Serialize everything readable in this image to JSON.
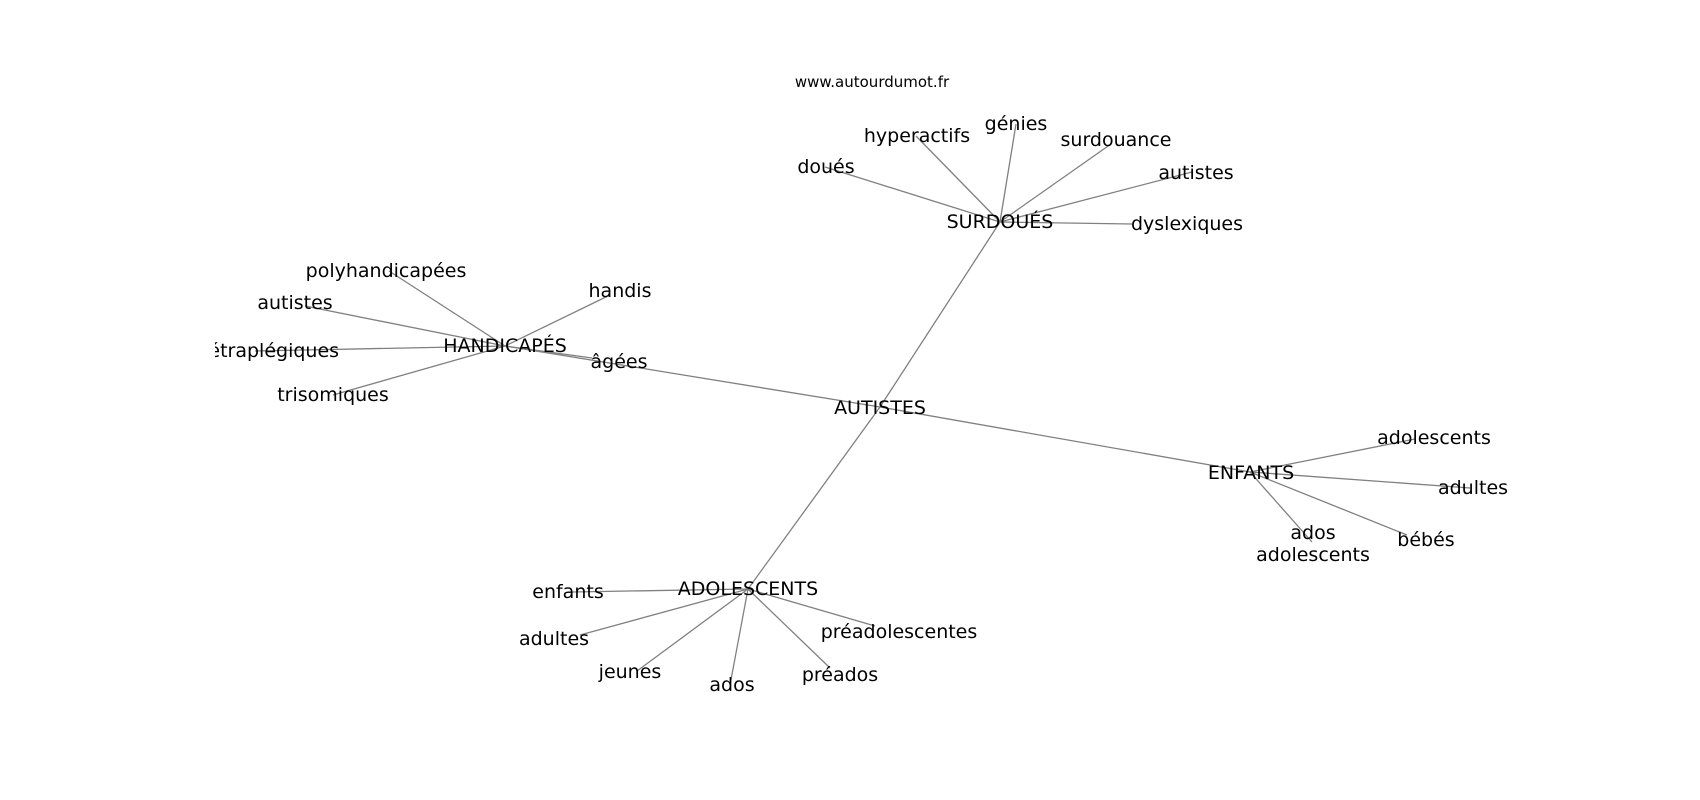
{
  "source": "www.autourdumot.fr",
  "graph": {
    "center": {
      "id": "autistes_c",
      "label": "AUTISTES"
    },
    "hubs": [
      {
        "id": "surdoues",
        "label": "SURDOUÉS",
        "children": [
          "doués",
          "hyperactifs",
          "génies",
          "surdouance",
          "autistes",
          "dyslexiques"
        ]
      },
      {
        "id": "handicapes",
        "label": "HANDICAPÉS",
        "children": [
          "polyhandicapées",
          "handis",
          "autistes",
          "tétraplégiques",
          "âgées",
          "trisomiques"
        ]
      },
      {
        "id": "enfants",
        "label": "ENFANTS",
        "children": [
          "adolescents",
          "adultes",
          "ados adolescents",
          "bébés"
        ]
      },
      {
        "id": "adolescents",
        "label": "ADOLESCENTS",
        "children": [
          "enfants",
          "adultes",
          "jeunes",
          "ados",
          "préados",
          "préadolescentes"
        ]
      }
    ]
  }
}
